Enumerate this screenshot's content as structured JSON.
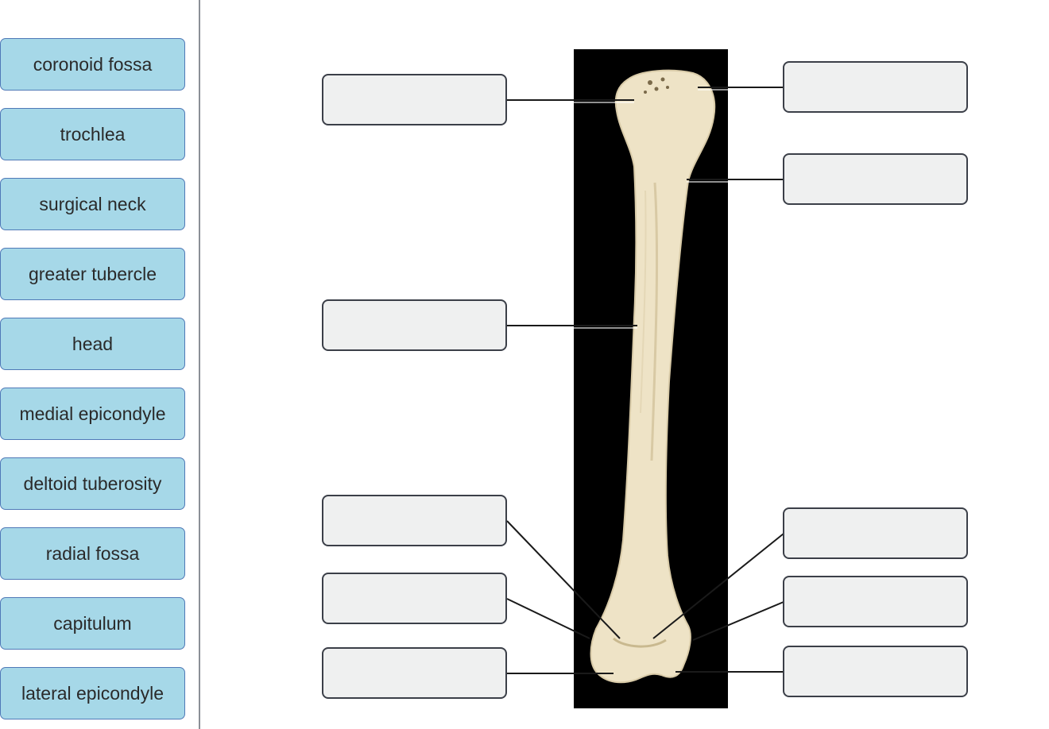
{
  "label_bank": {
    "items": [
      {
        "label": "coronoid fossa"
      },
      {
        "label": "trochlea"
      },
      {
        "label": "surgical neck"
      },
      {
        "label": "greater tubercle"
      },
      {
        "label": "head"
      },
      {
        "label": "medial epicondyle"
      },
      {
        "label": "deltoid tuberosity"
      },
      {
        "label": "radial fossa"
      },
      {
        "label": "capitulum"
      },
      {
        "label": "lateral epicondyle"
      }
    ]
  },
  "diagram": {
    "image_subject": "humerus-bone",
    "background_color": "#000000",
    "bone_color": "#eee3c6",
    "leader_line_color": "#1a1a1a",
    "drop_targets": [
      {
        "value": ""
      },
      {
        "value": ""
      },
      {
        "value": ""
      },
      {
        "value": ""
      },
      {
        "value": ""
      },
      {
        "value": ""
      },
      {
        "value": ""
      },
      {
        "value": ""
      },
      {
        "value": ""
      },
      {
        "value": ""
      }
    ]
  },
  "colors": {
    "bank_fill": "#a6d8e8",
    "bank_border": "#4f79b7",
    "target_fill": "#eff0f0",
    "target_border": "#3b3f48"
  }
}
